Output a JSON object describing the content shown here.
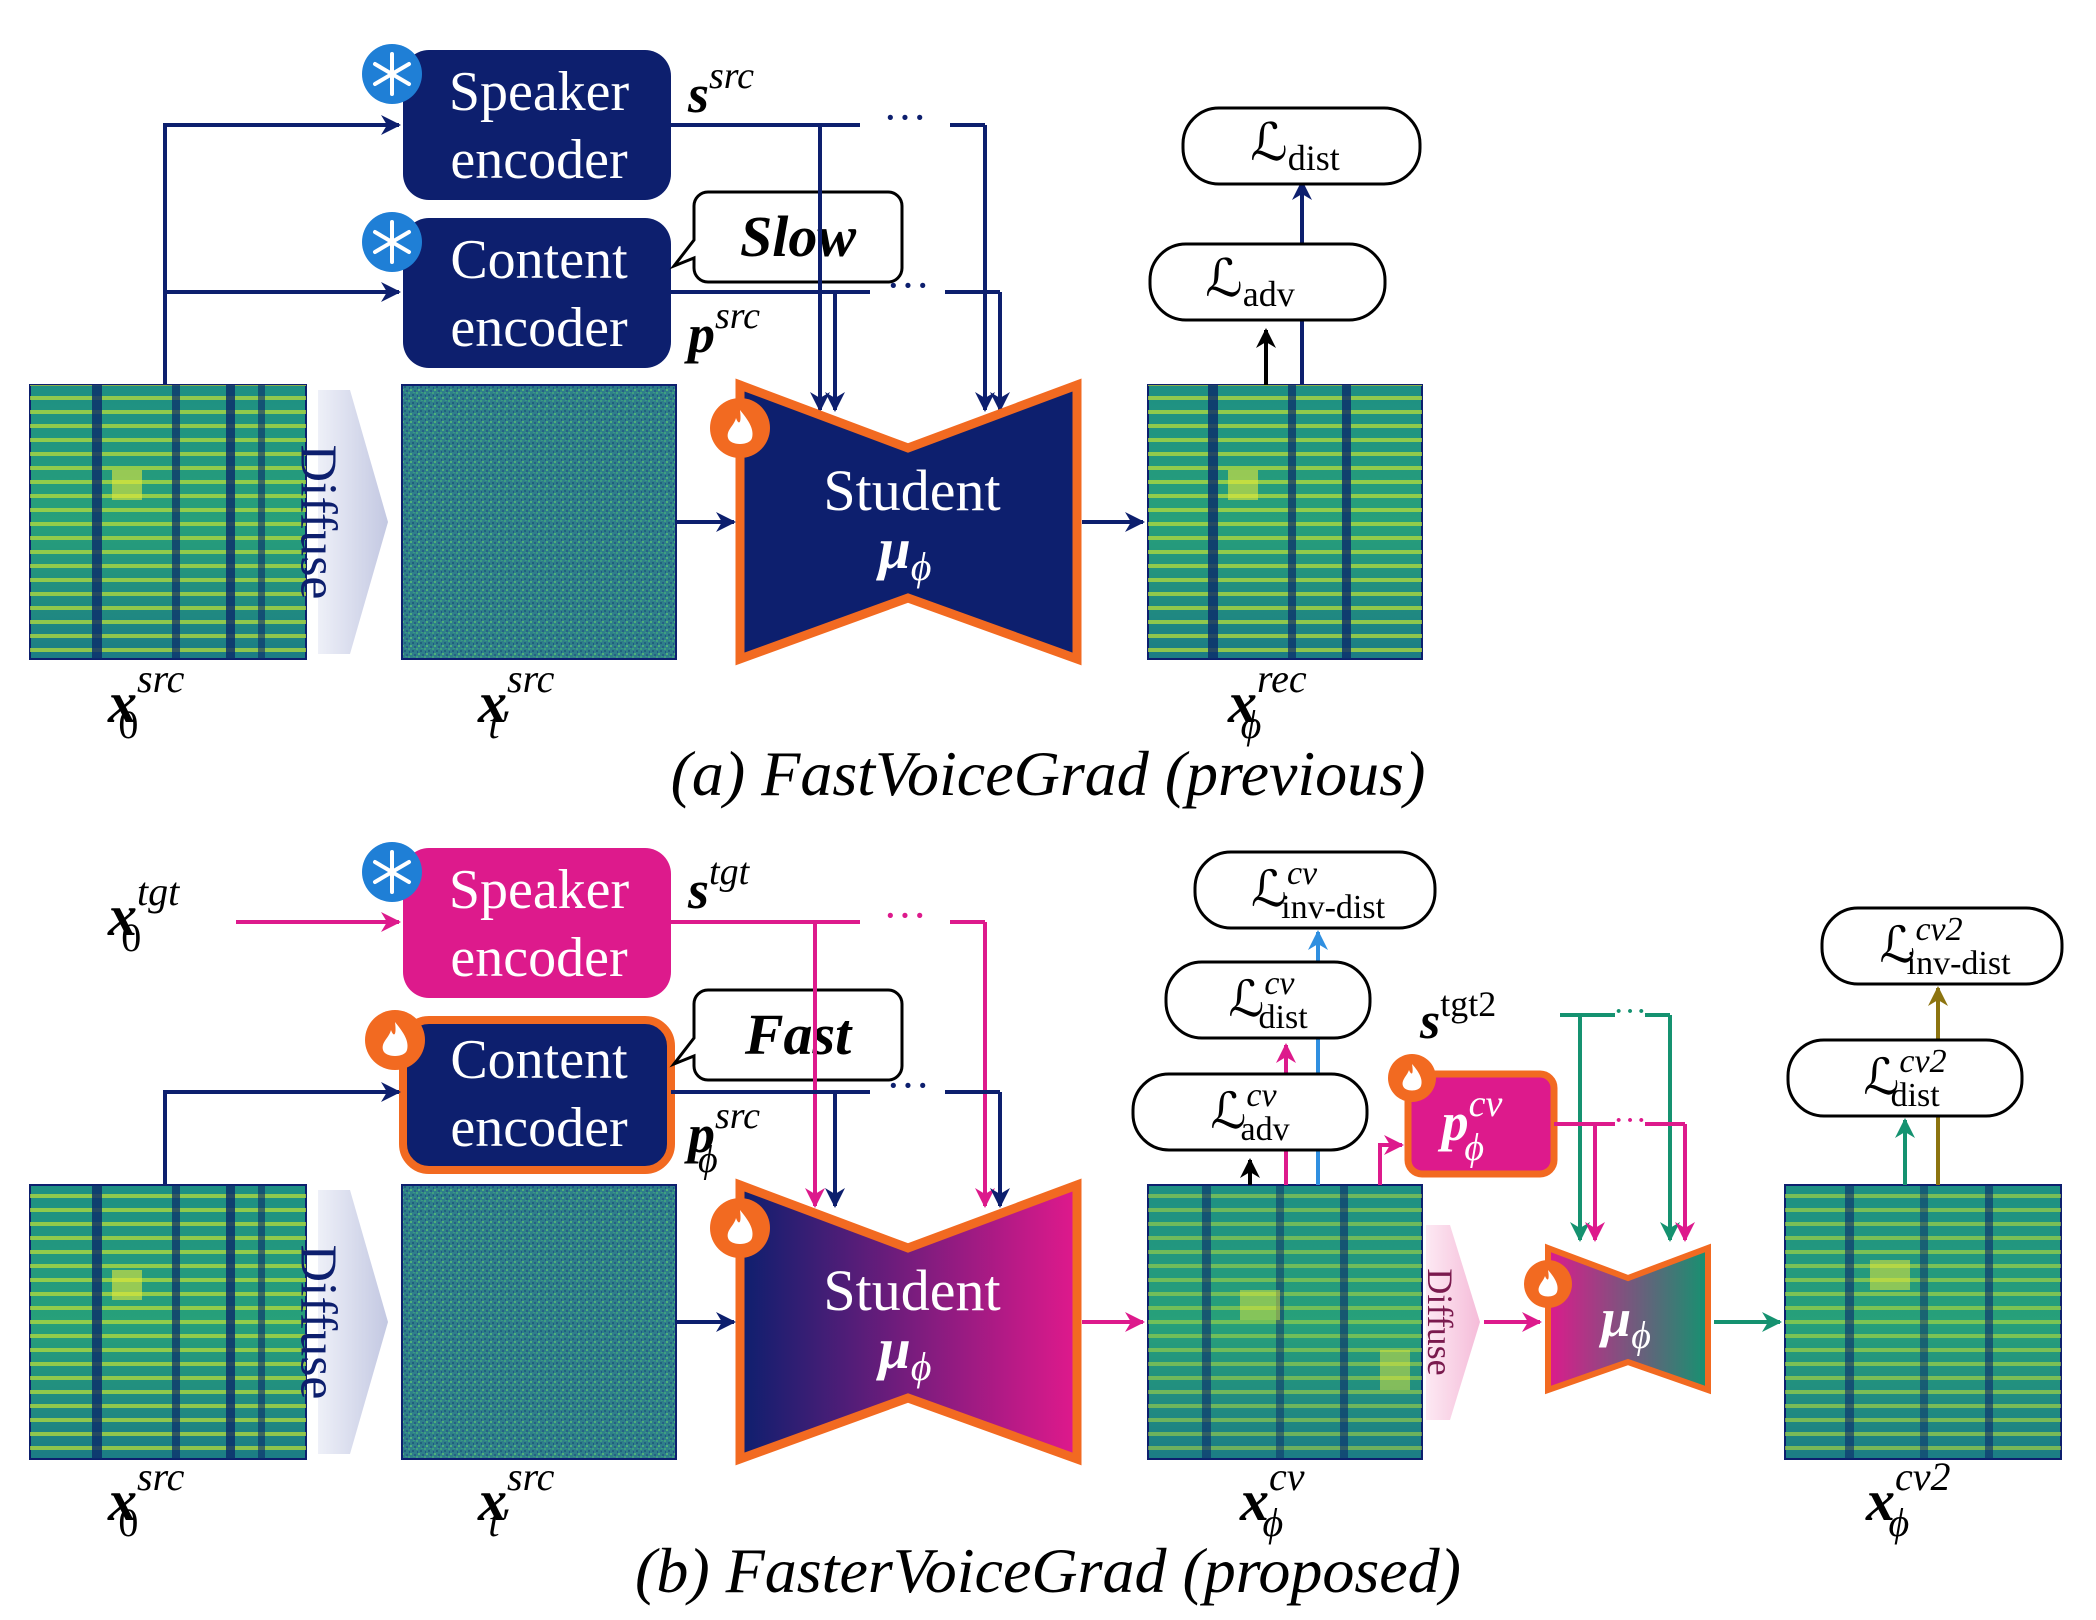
{
  "colors": {
    "navy": "#0d1f6e",
    "magenta": "#dd1a8c",
    "teal": "#159270",
    "olive": "#8c7410",
    "blue": "#2f8fe0",
    "orange": "#f26a21",
    "ice": "#1f7fd6",
    "diffuse_a": "#c9cde4",
    "diffuse_b": "#f6c7e0"
  },
  "icons": {
    "frozen": "snowflake-icon",
    "trainable": "flame-icon"
  },
  "panel_a": {
    "caption": "(a) FastVoiceGrad (previous)",
    "speaker_encoder": [
      "Speaker",
      "encoder"
    ],
    "content_encoder": [
      "Content",
      "encoder"
    ],
    "callout": "Slow",
    "student": [
      "Student",
      "μ"
    ],
    "student_sub": "ϕ",
    "diffuse": "Diffuse",
    "s_base": "s",
    "s_sup": "src",
    "p_base": "p",
    "p_sup": "src",
    "ellipsis": "···",
    "x0_base": "x",
    "x0_sup": "src",
    "x0_sub": "0",
    "xt_base": "x",
    "xt_sup": "src",
    "xt_sub": "t′",
    "xrec_base": "x",
    "xrec_sup": "rec",
    "xrec_sub": "ϕ",
    "l_dist_base": "ℒ",
    "l_dist_sub": "dist",
    "l_adv_base": "ℒ",
    "l_adv_sub": "adv"
  },
  "panel_b": {
    "caption": "(b) FasterVoiceGrad (proposed)",
    "speaker_encoder": [
      "Speaker",
      "encoder"
    ],
    "content_encoder": [
      "Content",
      "encoder"
    ],
    "callout": "Fast",
    "student": [
      "Student",
      "μ"
    ],
    "student_sub": "ϕ",
    "small_student": "μ",
    "small_student_sub": "ϕ",
    "diffuse": "Diffuse",
    "diffuse_small": "Diffuse",
    "x0tgt_base": "x",
    "x0tgt_sup": "tgt",
    "x0tgt_sub": "0",
    "s_base": "s",
    "s_sup": "tgt",
    "p_base": "p",
    "p_sup": "src",
    "p_sub": "ϕ",
    "s2_base": "s",
    "s2_sup": "tgt2",
    "pcv_base": "p",
    "pcv_sup": "cv",
    "pcv_sub": "ϕ",
    "ellipsis": "···",
    "x0_base": "x",
    "x0_sup": "src",
    "x0_sub": "0",
    "xt_base": "x",
    "xt_sup": "src",
    "xt_sub": "t′",
    "xcv_base": "x",
    "xcv_sup": "cv",
    "xcv_sub": "ϕ",
    "xcv2_base": "x",
    "xcv2_sup": "cv2",
    "xcv2_sub": "ϕ",
    "l_invdist_base": "ℒ",
    "l_invdist_sup": "cv",
    "l_invdist_sub": "inv-dist",
    "l_dist_base": "ℒ",
    "l_dist_sup": "cv",
    "l_dist_sub": "dist",
    "l_adv_base": "ℒ",
    "l_adv_sup": "cv",
    "l_adv_sub": "adv",
    "l_invdist2_base": "ℒ",
    "l_invdist2_sup": "cv2",
    "l_invdist2_sub": "inv-dist",
    "l_dist2_base": "ℒ",
    "l_dist2_sup": "cv2",
    "l_dist2_sub": "dist"
  }
}
